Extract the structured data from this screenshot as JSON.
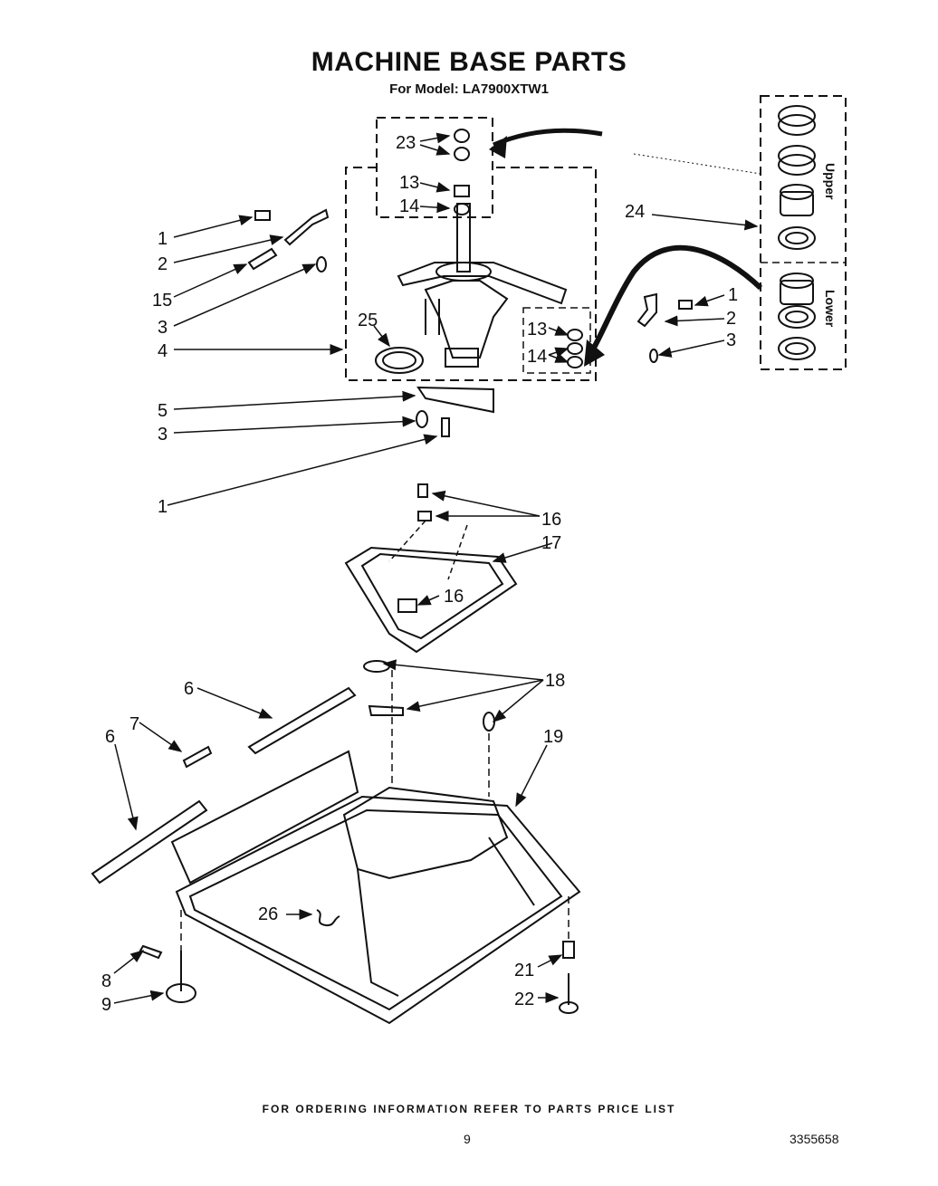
{
  "title": "MACHINE BASE PARTS",
  "subtitle": "For Model: LA7900XTW1",
  "footer": "FOR ORDERING INFORMATION REFER TO PARTS PRICE LIST",
  "page_number": "9",
  "doc_number": "3355658",
  "bearing_kit": {
    "upper_label": "Upper",
    "lower_label": "Lower"
  },
  "callouts": {
    "c23": "23",
    "c13a": "13",
    "c14a": "14",
    "c24": "24",
    "c1a": "1",
    "c2a": "2",
    "c15": "15",
    "c3a": "3",
    "c4": "4",
    "c25": "25",
    "c13b": "13",
    "c14b": "14",
    "c1b": "1",
    "c2b": "2",
    "c3b": "3",
    "c5": "5",
    "c3c": "3",
    "c1c": "1",
    "c16a": "16",
    "c17": "17",
    "c16b": "16",
    "c18": "18",
    "c6a": "6",
    "c7": "7",
    "c6b": "6",
    "c19": "19",
    "c26": "26",
    "c8": "8",
    "c9": "9",
    "c21": "21",
    "c22": "22"
  }
}
